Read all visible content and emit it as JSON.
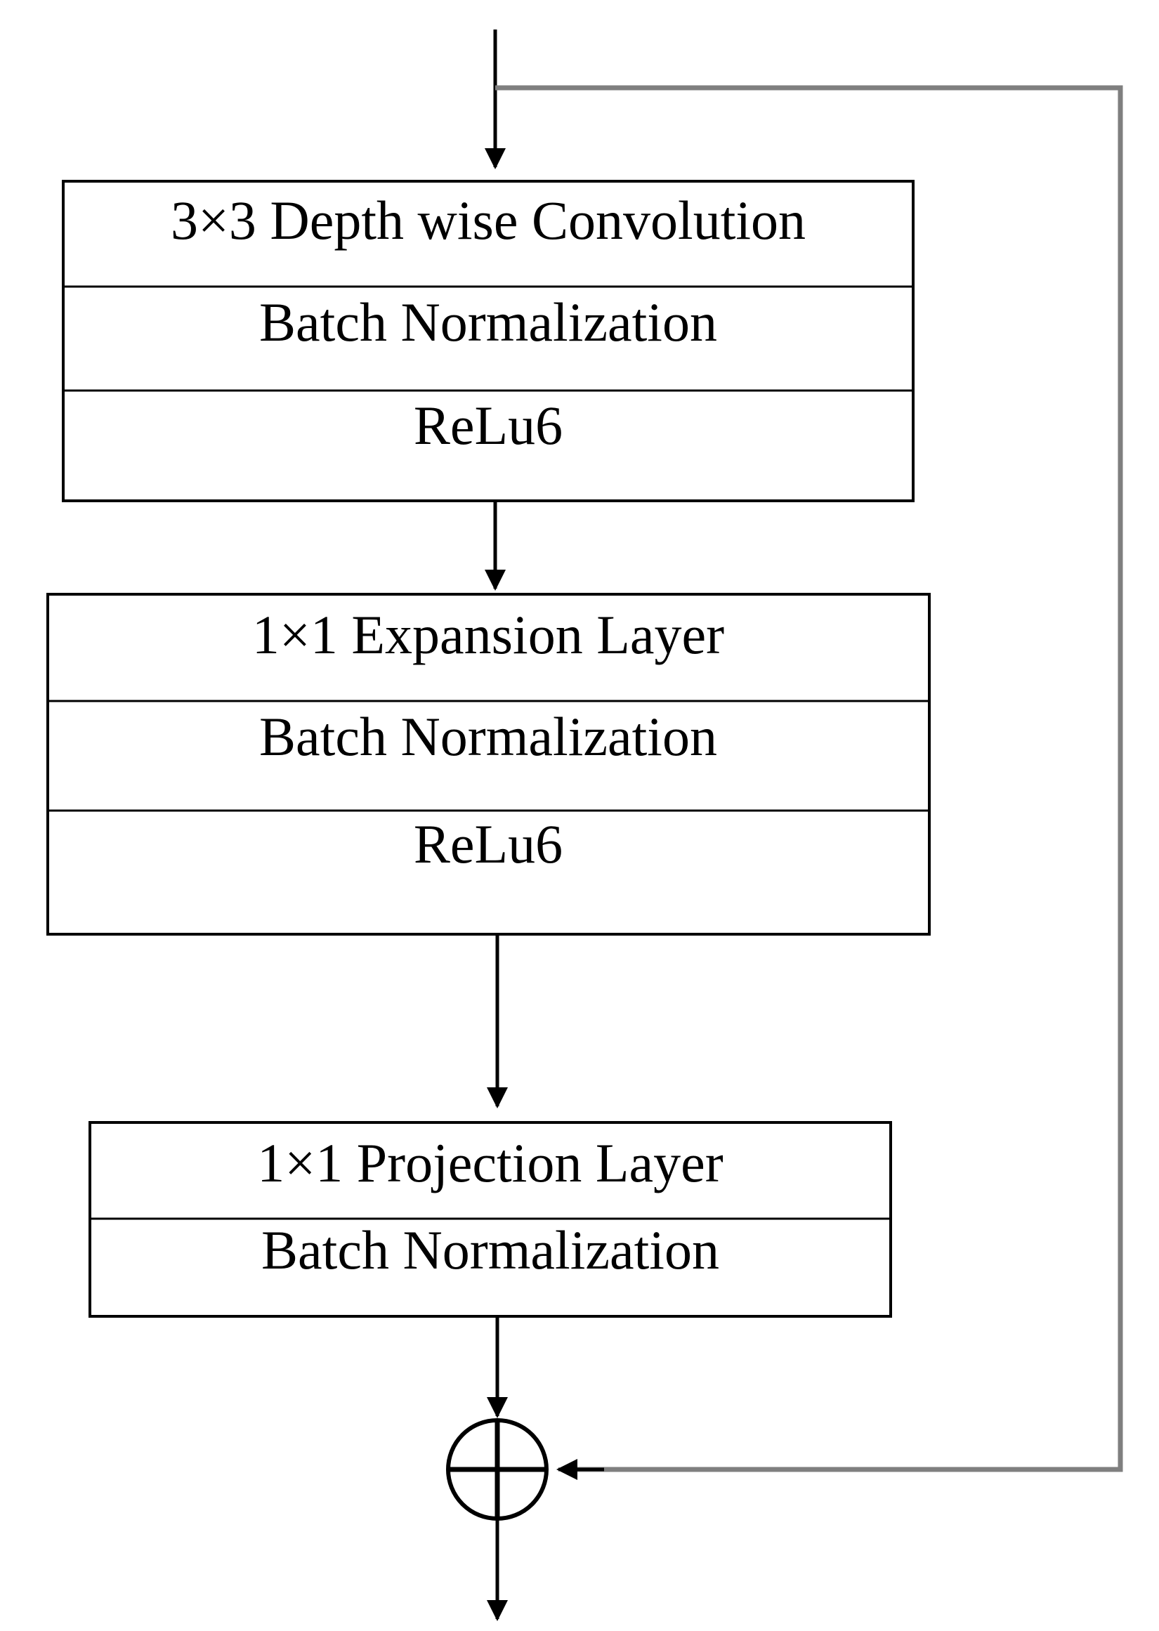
{
  "diagram": {
    "blocks": [
      {
        "rows": [
          "3×3 Depth wise Convolution",
          "Batch Normalization",
          "ReLu6"
        ]
      },
      {
        "rows": [
          "1×1 Expansion Layer",
          "Batch Normalization",
          "ReLu6"
        ]
      },
      {
        "rows": [
          "1×1 Projection Layer",
          "Batch Normalization"
        ]
      }
    ],
    "merge_node": {
      "operation": "add",
      "symbol": "⊕"
    },
    "colors": {
      "stroke": "#000000",
      "skip_connection": "#7f7f7f",
      "background": "#ffffff"
    }
  }
}
